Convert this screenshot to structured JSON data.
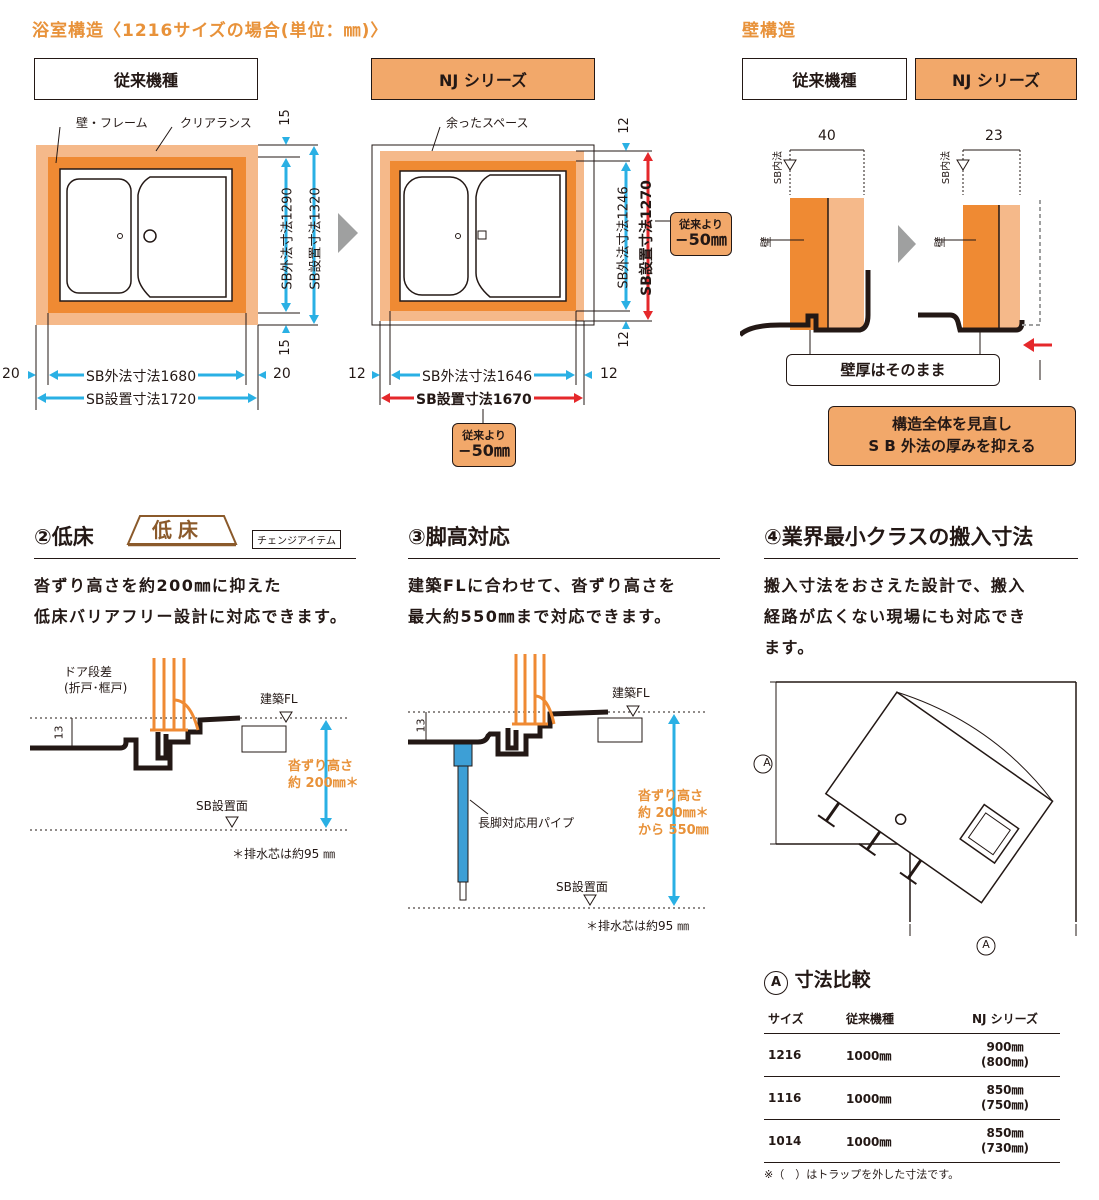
{
  "section1": {
    "title": "浴室構造〈1216サイズの場合(単位：㎜)〉",
    "conventional_label": "従来機種",
    "nj_label": "NJ シリーズ",
    "frame_label": "壁・フレーム",
    "clearance_label": "クリアランス",
    "extra_space_label": "余ったスペース",
    "left": {
      "sb_outer_v": "SB外法寸法1290",
      "sb_install_v": "SB設置寸法1320",
      "sb_outer_h": "SB外法寸法1680",
      "sb_install_h": "SB設置寸法1720",
      "gap_top": "15",
      "gap_bottom": "15",
      "gap_left": "20",
      "gap_right": "20"
    },
    "right": {
      "sb_outer_v": "SB外法寸法1246",
      "sb_install_v": "SB設置寸法1270",
      "sb_outer_h": "SB外法寸法1646",
      "sb_install_h": "SB設置寸法1670",
      "gap_top": "12",
      "gap_bottom": "12",
      "gap_left": "12",
      "gap_right": "12",
      "badge_v_line1": "従来より",
      "badge_v_line2": "−50㎜",
      "badge_h_line1": "従来より",
      "badge_h_line2": "−50㎜"
    }
  },
  "wall": {
    "title": "壁構造",
    "conventional_label": "従来機種",
    "nj_label": "NJ シリーズ",
    "dim_left": "40",
    "dim_right": "23",
    "sb_inner": "SB内法",
    "wall_label": "壁",
    "callout_same": "壁厚はそのまま",
    "callout_main_line1": "構造全体を見直し",
    "callout_main_line2": "S B 外法の厚みを抑える"
  },
  "sec2": {
    "title": "②低床",
    "logo_text": "低床",
    "change_item": "チェンジアイテム",
    "text_line1": "沓ずり高さを約200㎜に抑えた",
    "text_line2": "低床バリアフリー設計に対応できます。",
    "door_step_line1": "ドア段差",
    "door_step_line2": "(折戸･框戸)",
    "building_fl": "建築FL",
    "dim_13": "13",
    "height_line1": "沓ずり高さ",
    "height_line2": "約 200㎜＊",
    "sb_surface": "SB設置面",
    "drain_note": "＊排水芯は約95 ㎜"
  },
  "sec3": {
    "title": "③脚高対応",
    "text_line1": "建築FLに合わせて、沓ずり高さを",
    "text_line2": "最大約550㎜まで対応できます。",
    "building_fl": "建築FL",
    "dim_13": "13",
    "pipe_label": "長脚対応用パイプ",
    "height_line1": "沓ずり高さ",
    "height_line2": "約 200㎜＊",
    "height_line3": "から 550㎜",
    "sb_surface": "SB設置面",
    "drain_note": "＊排水芯は約95 ㎜"
  },
  "sec4": {
    "title": "④業界最小クラスの搬入寸法",
    "text_line1": "搬入寸法をおさえた設計で、搬入",
    "text_line2": "経路が広くない現場にも対応でき",
    "text_line3": "ます。",
    "dim_a": "A",
    "compare_title": "寸法比較",
    "headers": [
      "サイズ",
      "従来機種",
      "NJ シリーズ"
    ],
    "rows": [
      {
        "size": "1216",
        "conv": "1000㎜",
        "nj": "900㎜",
        "nj_sub": "(800㎜)"
      },
      {
        "size": "1116",
        "conv": "1000㎜",
        "nj": "850㎜",
        "nj_sub": "(750㎜)"
      },
      {
        "size": "1014",
        "conv": "1000㎜",
        "nj": "850㎜",
        "nj_sub": "(730㎜)"
      }
    ],
    "footnote": "※（　）はトラップを外した寸法です。"
  },
  "colors": {
    "orange_dark": "#ef8a33",
    "orange_light": "#f5b98a",
    "title_orange": "#e8923a",
    "cyan": "#2ab0e4",
    "red": "#e5282b",
    "pipe_blue": "#3d9fd6"
  }
}
